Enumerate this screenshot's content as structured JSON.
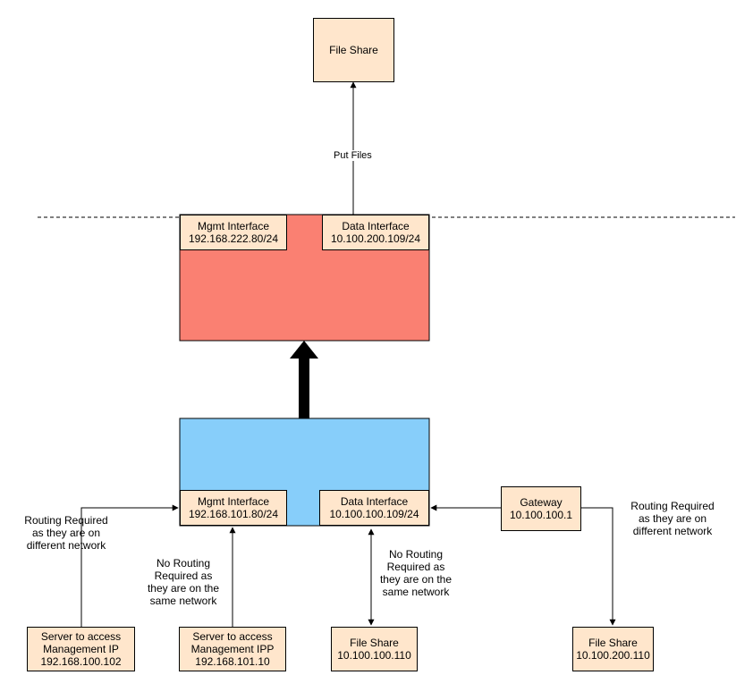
{
  "colors": {
    "node_fill": "#ffe6cc",
    "vm_fill": "#fa8072",
    "host_fill": "#87cefa",
    "stroke": "#000000"
  },
  "nodes": {
    "top_file_share": {
      "title": "File Share"
    },
    "vm_mgmt": {
      "title": "Mgmt Interface",
      "ip": "192.168.222.80/24"
    },
    "vm_data": {
      "title": "Data Interface",
      "ip": "10.100.200.109/24"
    },
    "host_mgmt": {
      "title": "Mgmt Interface",
      "ip": "192.168.101.80/24"
    },
    "host_data": {
      "title": "Data Interface",
      "ip": "10.100.100.109/24"
    },
    "gateway": {
      "title": "Gateway",
      "ip": "10.100.100.1"
    },
    "server_mgmt_ip": {
      "line1": "Server to access",
      "line2": "Management IP",
      "ip": "192.168.100.102"
    },
    "server_mgmt_ipp": {
      "line1": "Server to access",
      "line2": "Management IPP",
      "ip": "192.168.101.10"
    },
    "file_share_local": {
      "title": "File Share",
      "ip": "10.100.100.110"
    },
    "file_share_remote": {
      "title": "File Share",
      "ip": "10.100.200.110"
    }
  },
  "edge_labels": {
    "put_files": "Put Files"
  },
  "annotations": {
    "routing_left": [
      "Routing Required",
      "as they are on",
      "different network"
    ],
    "no_routing_mid": [
      "No Routing",
      "Required as",
      "they are on the",
      "same network"
    ],
    "no_routing_right": [
      "No Routing",
      "Required as",
      "they are on the",
      "same network"
    ],
    "routing_right": [
      "Routing Required",
      "as they are on",
      "different network"
    ]
  }
}
